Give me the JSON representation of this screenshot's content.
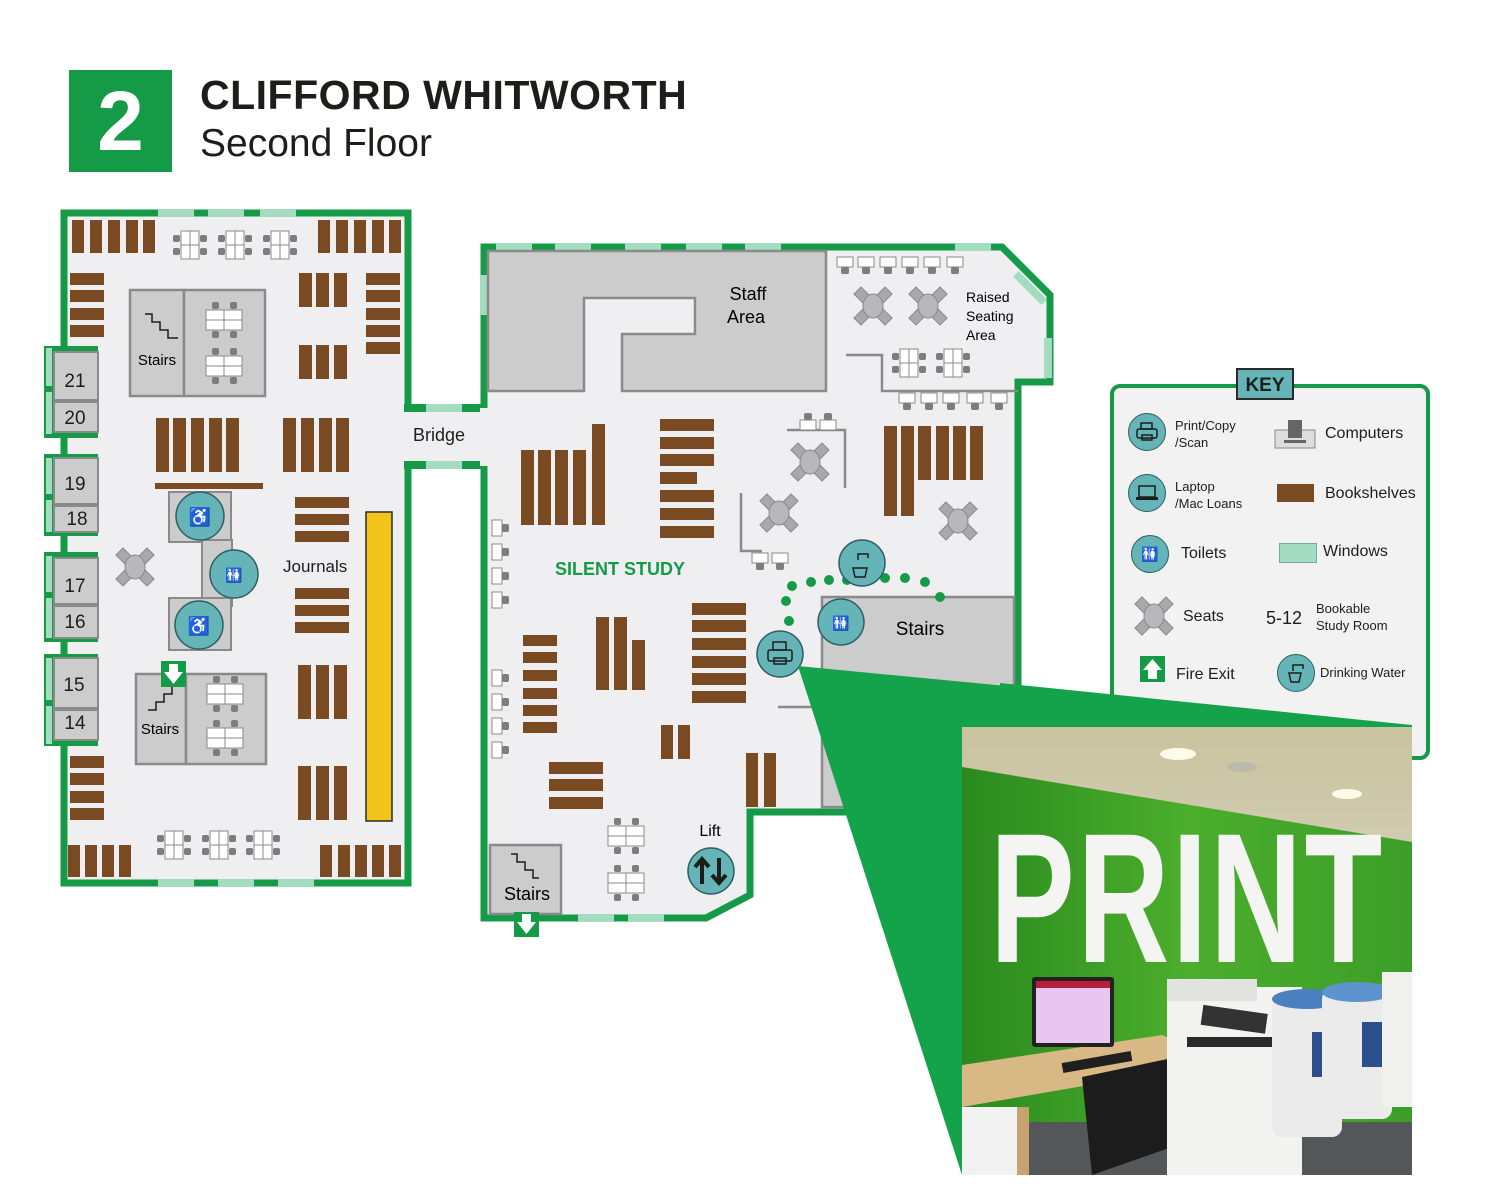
{
  "header": {
    "floor_number": "2",
    "building_name": "CLIFFORD WHITWORTH",
    "floor_name": "Second Floor"
  },
  "colors": {
    "brand_green": "#159a48",
    "wall": "#159a48",
    "floor": "#efeff1",
    "room_grey": "#cccccd",
    "bookshelf": "#7a4a22",
    "window": "#a4dcc2",
    "icon_teal": "#64b4b8",
    "journals_yellow": "#f2c31a"
  },
  "map": {
    "areas": {
      "bridge": "Bridge",
      "journals": "Journals",
      "silent_study": "SILENT STUDY",
      "staff_area_line1": "Staff",
      "staff_area_line2": "Area",
      "raised_line1": "Raised",
      "raised_line2": "Seating",
      "raised_line3": "Area",
      "lift": "Lift"
    },
    "stairs_labels": [
      "Stairs",
      "Stairs",
      "Stairs",
      "Stairs"
    ],
    "study_rooms": [
      "21",
      "20",
      "19",
      "18",
      "17",
      "16",
      "15",
      "14"
    ]
  },
  "key": {
    "title": "KEY",
    "items": [
      {
        "icon": "printer-icon",
        "label_line1": "Print/Copy",
        "label_line2": "/Scan"
      },
      {
        "icon": "computer-icon",
        "label": "Computers"
      },
      {
        "icon": "laptop-icon",
        "label_line1": "Laptop",
        "label_line2": "/Mac Loans"
      },
      {
        "icon": "bookshelf-swatch",
        "label": "Bookshelves"
      },
      {
        "icon": "toilets-icon",
        "label": "Toilets"
      },
      {
        "icon": "window-swatch",
        "label": "Windows"
      },
      {
        "icon": "seats-icon",
        "label": "Seats"
      },
      {
        "icon": "study-room-number",
        "number": "5-12",
        "label_line1": "Bookable",
        "label_line2": "Study Room"
      },
      {
        "icon": "fire-exit-icon",
        "label": "Fire Exit"
      },
      {
        "icon": "drinking-water-icon",
        "label": "Drinking Water"
      }
    ]
  },
  "photo": {
    "wall_sign": "PRINT",
    "description": "Print area with green wall, computer desk and multifunction printers"
  }
}
